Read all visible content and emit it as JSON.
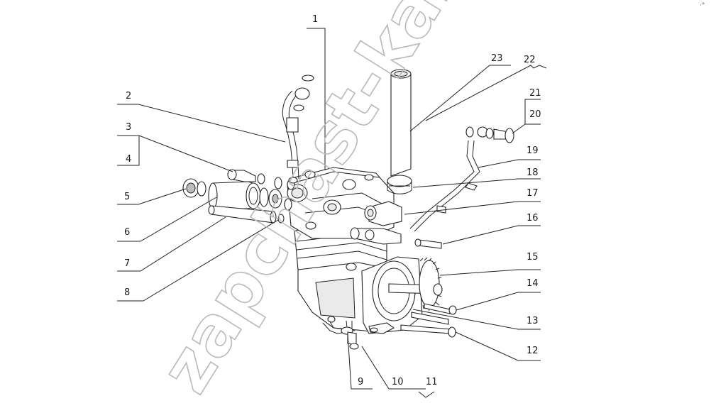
{
  "diagram": {
    "watermark": "zapchast-kamaz.ru",
    "corner_mark": "·°",
    "labels": [
      {
        "id": "1",
        "text": "1"
      },
      {
        "id": "2",
        "text": "2"
      },
      {
        "id": "3",
        "text": "3"
      },
      {
        "id": "4",
        "text": "4"
      },
      {
        "id": "5",
        "text": "5"
      },
      {
        "id": "6",
        "text": "6"
      },
      {
        "id": "7",
        "text": "7"
      },
      {
        "id": "8",
        "text": "8"
      },
      {
        "id": "9",
        "text": "9"
      },
      {
        "id": "10",
        "text": "10"
      },
      {
        "id": "11",
        "text": "11"
      },
      {
        "id": "12",
        "text": "12"
      },
      {
        "id": "13",
        "text": "13"
      },
      {
        "id": "14",
        "text": "14"
      },
      {
        "id": "15",
        "text": "15"
      },
      {
        "id": "16",
        "text": "16"
      },
      {
        "id": "17",
        "text": "17"
      },
      {
        "id": "18",
        "text": "18"
      },
      {
        "id": "19",
        "text": "19"
      },
      {
        "id": "20",
        "text": "20"
      },
      {
        "id": "21",
        "text": "21"
      },
      {
        "id": "22",
        "text": "22"
      },
      {
        "id": "23",
        "text": "23"
      }
    ]
  }
}
